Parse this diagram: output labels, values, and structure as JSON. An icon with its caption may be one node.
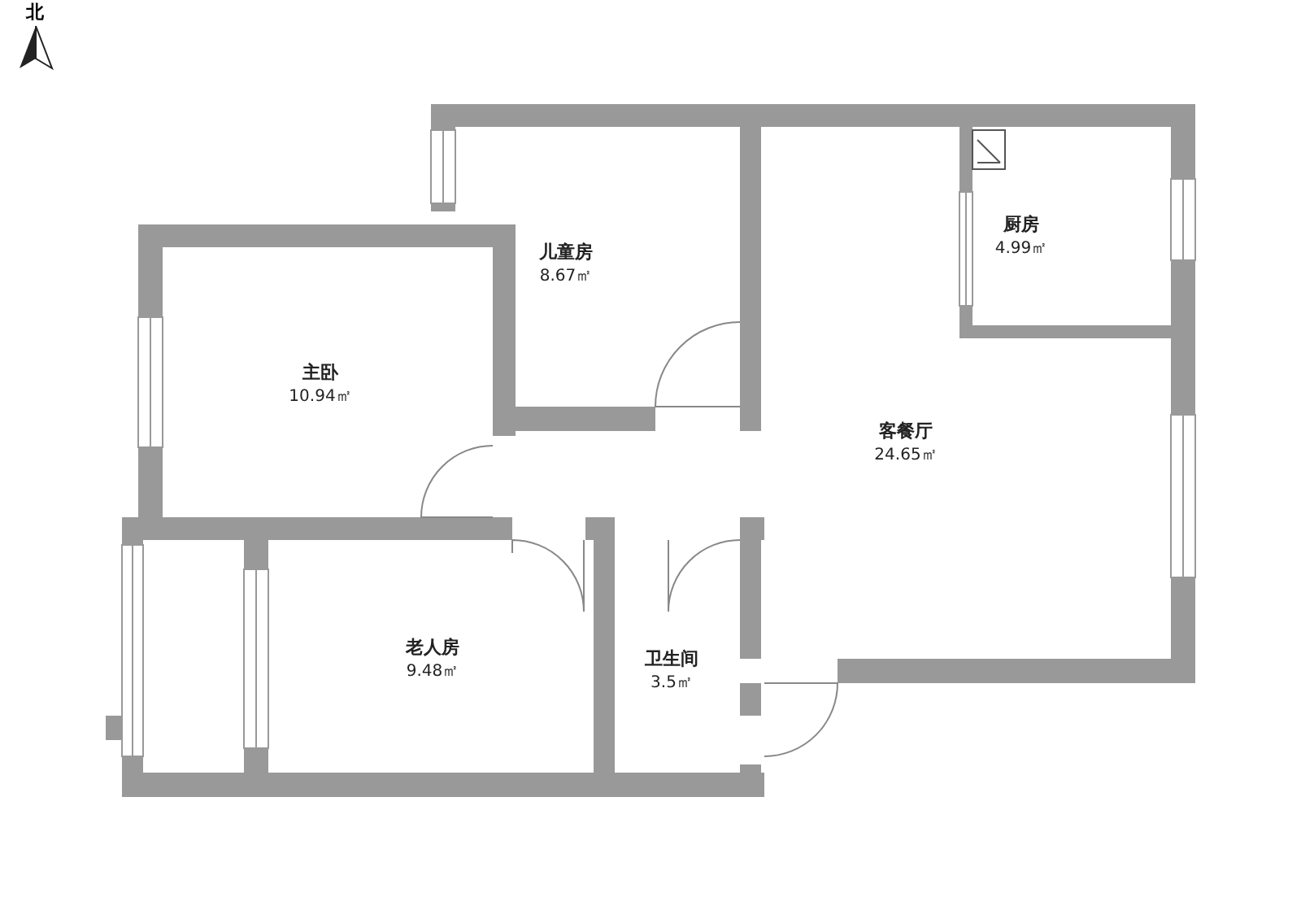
{
  "diagram": {
    "nodes": [
      {
        "text": [
          "儿童房",
          "8.67㎡"
        ]
      },
      {
        "text": [
          "厨房",
          "4.99㎡"
        ]
      },
      {
        "text": [
          "主卧",
          "10.94㎡"
        ]
      },
      {
        "text": [
          "客餐厅",
          "24.65㎡"
        ]
      },
      {
        "text": [
          "老人房",
          "9.48㎡"
        ]
      },
      {
        "text": [
          "卫生间",
          "3.5㎡"
        ]
      }
    ],
    "labels": [
      "北"
    ]
  }
}
